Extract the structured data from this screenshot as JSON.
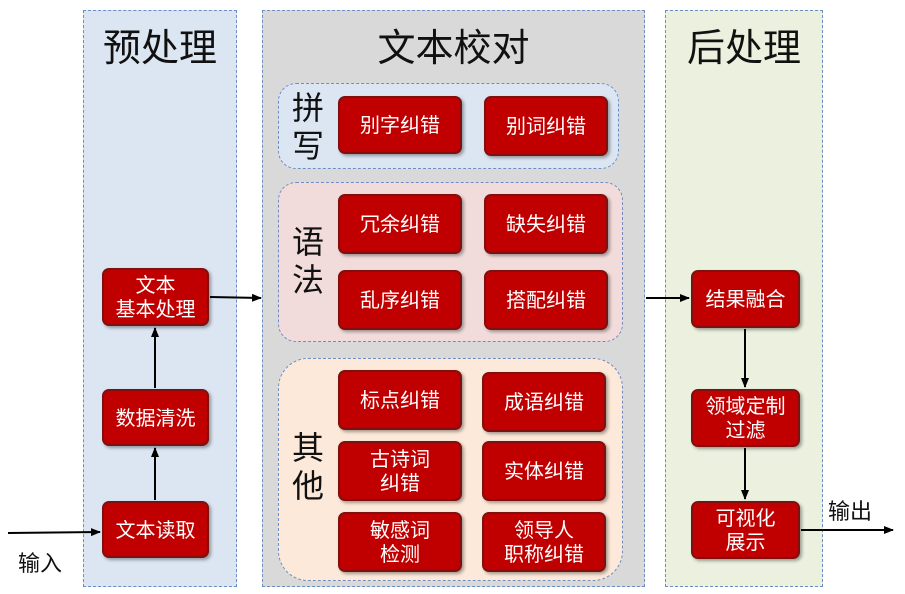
{
  "panels": {
    "pre": {
      "title": "预处理",
      "bg": "#dce6f2"
    },
    "proof": {
      "title": "文本校对",
      "bg": "#d9d9d9"
    },
    "post": {
      "title": "后处理",
      "bg": "#ebf1de"
    }
  },
  "groups": {
    "spelling": {
      "label": "拼\n写",
      "bg": "#dce6f2"
    },
    "grammar": {
      "label": "语\n法",
      "bg": "#f2dcdb"
    },
    "other": {
      "label": "其\n他",
      "bg": "#fde9d9"
    }
  },
  "pre_steps": {
    "read": "文本读取",
    "clean": "数据清洗",
    "basic": "文本\n基本处理"
  },
  "spelling_items": {
    "char": "别字纠错",
    "word": "别词纠错"
  },
  "grammar_items": {
    "redundant": "冗余纠错",
    "missing": "缺失纠错",
    "disorder": "乱序纠错",
    "collocation": "搭配纠错"
  },
  "other_items": {
    "punct": "标点纠错",
    "idiom": "成语纠错",
    "poem": "古诗词\n纠错",
    "entity": "实体纠错",
    "sensitive": "敏感词\n检测",
    "leader": "领导人\n职称纠错"
  },
  "post_steps": {
    "fuse": "结果融合",
    "domain": "领域定制\n过滤",
    "visual": "可视化\n展示"
  },
  "io": {
    "input": "输入",
    "output": "输出"
  },
  "colors": {
    "box": "#c00000",
    "border": "#6c8ec4"
  }
}
